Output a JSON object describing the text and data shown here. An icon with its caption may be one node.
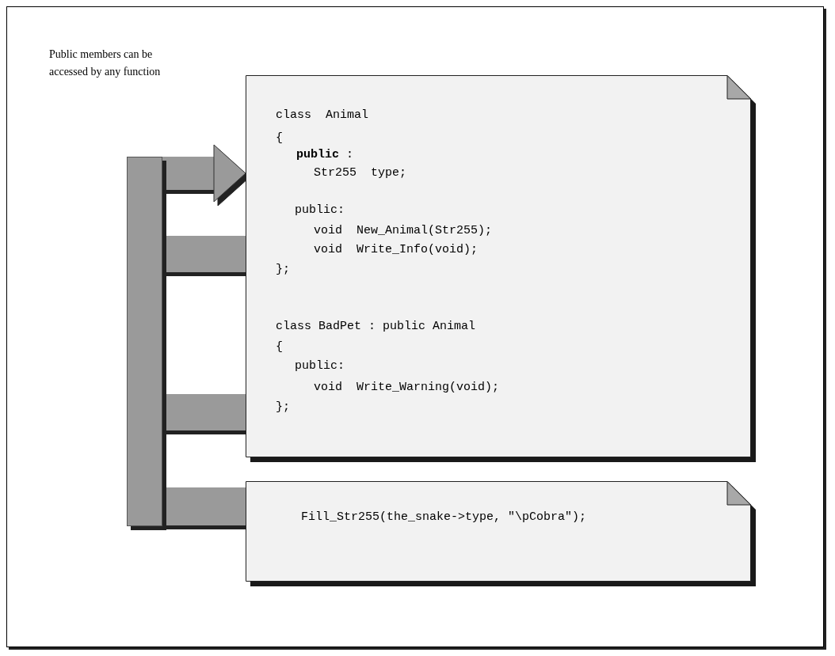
{
  "diagram": {
    "nodes": [
      {
        "text": [
          "class  Animal",
          "{",
          "**public** :",
          "Str255  type;",
          "public:",
          "void  New_Animal(Str255);",
          "void  Write_Info(void);",
          "};",
          "class BadPet : public Animal",
          "{",
          "public:",
          "void  Write_Warning(void);",
          "};"
        ]
      },
      {
        "text": [
          "Fill_Str255(the_snake->type, \"\\pCobra\");"
        ]
      },
      {
        "text": [],
        "shape": "bar"
      }
    ],
    "edges": [
      {
        "from": 2,
        "to": 0,
        "arrow": "to"
      },
      {
        "from": 2,
        "to": 0,
        "arrow": "none"
      },
      {
        "from": 2,
        "to": 0,
        "arrow": "none"
      },
      {
        "from": 2,
        "to": 1,
        "arrow": "none"
      }
    ],
    "labels": [
      "Public members can be accessed by any function"
    ]
  }
}
